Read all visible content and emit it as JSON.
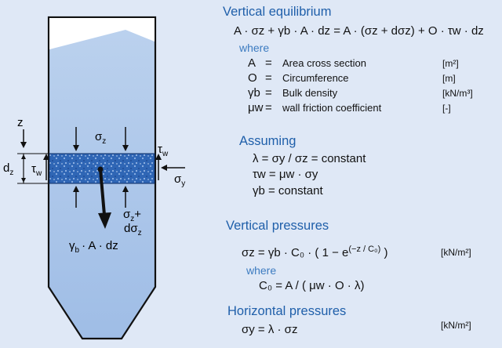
{
  "diagram": {
    "labels": {
      "z": "z",
      "dz": "d",
      "dz_sub": "z",
      "tau_w_left": "τ",
      "tau_w_left_sub": "w",
      "tau_w_right": "τ",
      "tau_w_right_sub": "w",
      "sigma_y": "σ",
      "sigma_y_sub": "y",
      "sigma_z": "σ",
      "sigma_z_sub": "z",
      "sigma_z_plus": "σ",
      "sigma_z_plus_sub": "z",
      "sigma_z_plus_tail": "+",
      "d_sigma_z": "dσ",
      "d_sigma_z_sub": "z",
      "weight_gamma": "γ",
      "weight_gamma_sub": "b",
      "weight_rest": "· A · dz"
    }
  },
  "vertical_equilibrium": {
    "heading": "Vertical equilibrium",
    "equation": "A · σz +  γb · A · dz  =  A · (σz + dσz) + O · τw · dz",
    "where": "where",
    "definitions": [
      {
        "symbol": "A",
        "eq": "=",
        "desc": "Area cross section",
        "unit": "[m²]"
      },
      {
        "symbol": "O",
        "eq": "=",
        "desc": "Circumference",
        "unit": "[m]"
      },
      {
        "symbol": "γb",
        "eq": "=",
        "desc": "Bulk density",
        "unit": "[kN/m³]"
      },
      {
        "symbol": "μw",
        "eq": "=",
        "desc": "wall friction coefficient",
        "unit": "[-]"
      }
    ]
  },
  "assuming": {
    "heading": "Assuming",
    "lines": [
      "λ  = σy / σz = constant",
      "τw = μw · σy",
      "γb = constant"
    ]
  },
  "vertical_pressures": {
    "heading": "Vertical pressures",
    "formula": "σz = γb · C₀ · ( 1 −  e",
    "exponent": "(−z / C₀)",
    "formula_close": ")",
    "unit": "[kN/m²]",
    "where": "where",
    "c0_def": "C₀ = A / ( μw · O ·  λ)"
  },
  "horizontal_pressures": {
    "heading": "Horizontal pressures",
    "formula": "σy = λ · σz",
    "unit": "[kN/m²]"
  }
}
